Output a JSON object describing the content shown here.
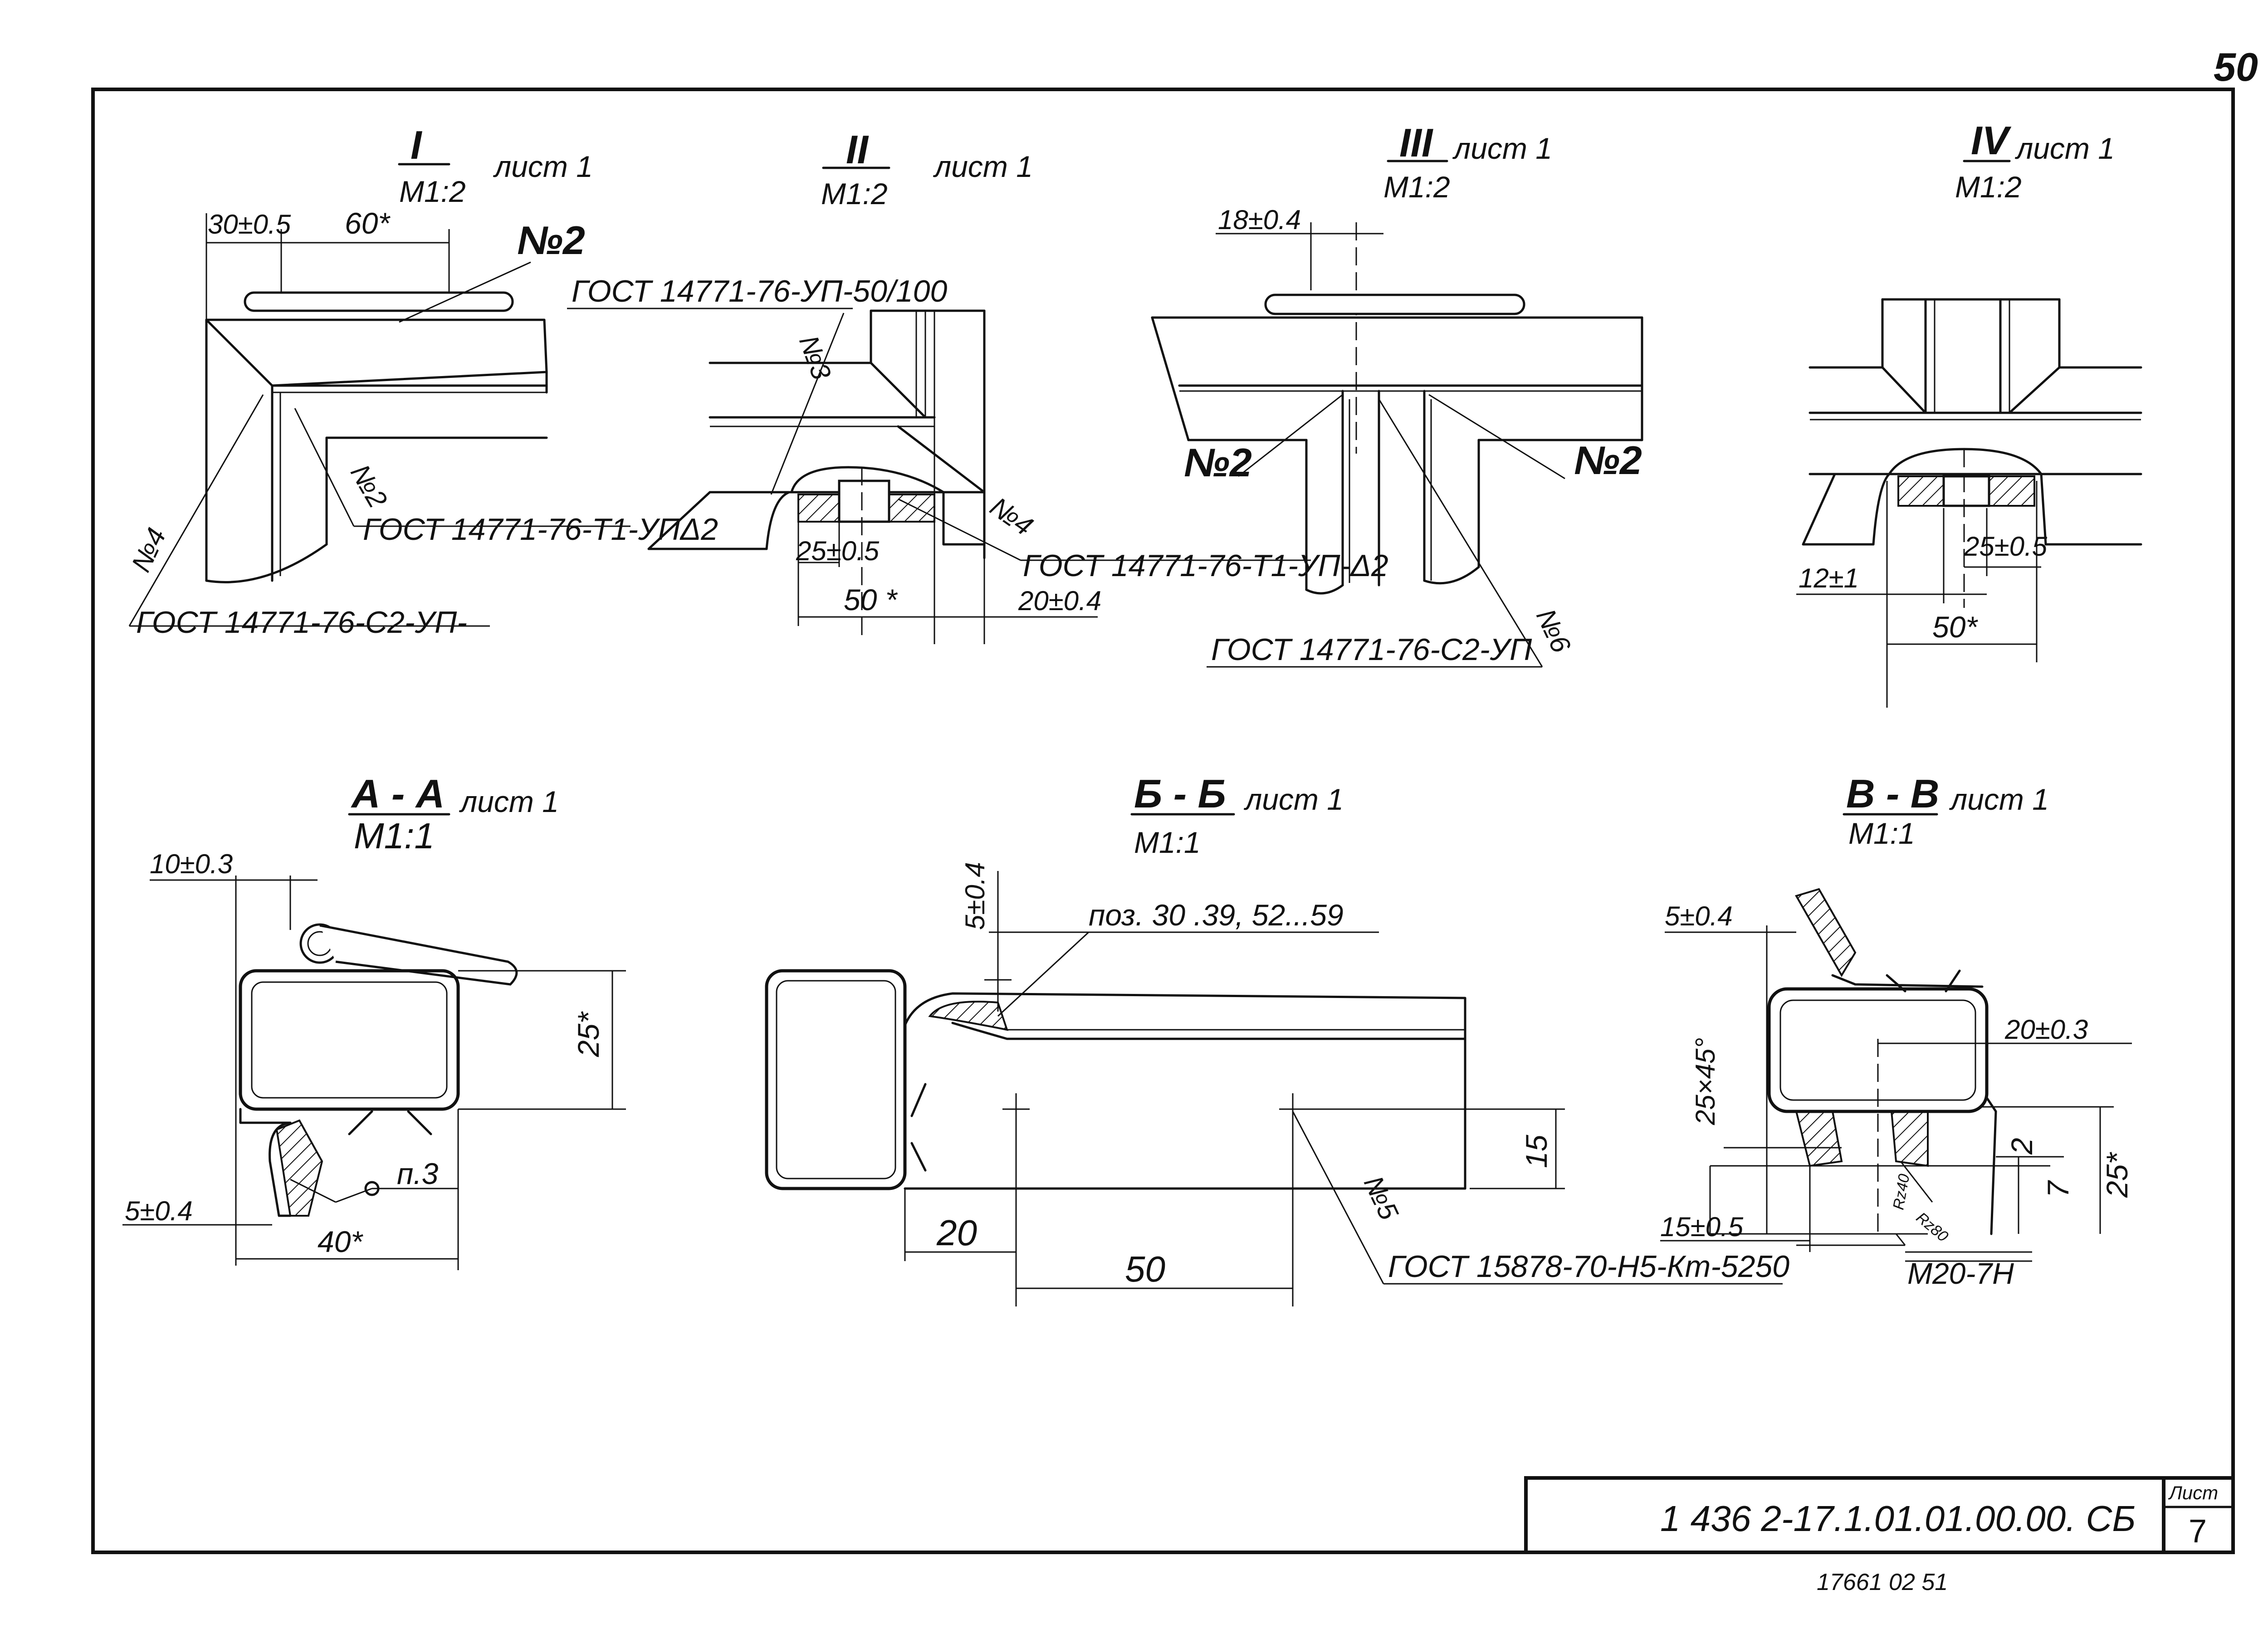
{
  "page_number": "50",
  "views": {
    "v1": {
      "numeral": "I",
      "sheet": "лист 1",
      "scale": "М1:2",
      "dims": [
        "30±0.5",
        "60*"
      ],
      "marks": [
        "№2",
        "№2",
        "№4"
      ],
      "gost": [
        "ГОСТ 14771-76-Т1-УПΔ2",
        "ГОСТ 14771-76-С2-УП-"
      ]
    },
    "v2": {
      "numeral": "II",
      "sheet": "лист 1",
      "scale": "М1:2",
      "dims": [
        "25±0.5",
        "50 *",
        "20±0.4"
      ],
      "marks": [
        "№3",
        "№4"
      ],
      "gost": [
        "ГОСТ 14771-76-УП-50/100",
        "ГОСТ 14771-76-Т1-УП-Δ2"
      ]
    },
    "v3": {
      "numeral": "III",
      "sheet": "лист 1",
      "scale": "М1:2",
      "dims": [
        "18±0.4"
      ],
      "marks": [
        "№2",
        "№2",
        "№6"
      ],
      "gost": [
        "ГОСТ 14771-76-С2-УП"
      ]
    },
    "v4": {
      "numeral": "IV",
      "sheet": "лист 1",
      "scale": "М1:2",
      "dims": [
        "25±0.5",
        "12±1",
        "50*"
      ]
    }
  },
  "sections": {
    "aa": {
      "title": "А - А",
      "sheet": "лист 1",
      "scale": "М1:1",
      "dims": [
        "10±0.3",
        "25*",
        "5±0.4",
        "40*"
      ],
      "note": "п.3"
    },
    "bb": {
      "title": "Б - Б",
      "sheet": "лист 1",
      "scale": "М1:1",
      "dims": [
        "5±0.4",
        "15",
        "20",
        "50"
      ],
      "pos_label": "поз. 30 .39, 52...59",
      "mark": "№5",
      "gost": "ГОСТ 15878-70-Н5-Кт-5250"
    },
    "vv": {
      "title": "В - В",
      "sheet": "лист 1",
      "scale": "М1:1",
      "dims": [
        "5±0.4",
        "20±0.3",
        "25×45°",
        "2",
        "7",
        "25*",
        "15±0.5"
      ],
      "roughness": [
        "Rz40",
        "Rz80"
      ],
      "thread": "М20-7Н"
    }
  },
  "title_block": {
    "designation": "1 436 2-17.1.01.01.00.00. СБ",
    "sheet_label": "Лист",
    "sheet_number": "7",
    "inventory": "17661 02 51"
  },
  "colors": {
    "ink": "#111111",
    "paper": "#ffffff"
  }
}
